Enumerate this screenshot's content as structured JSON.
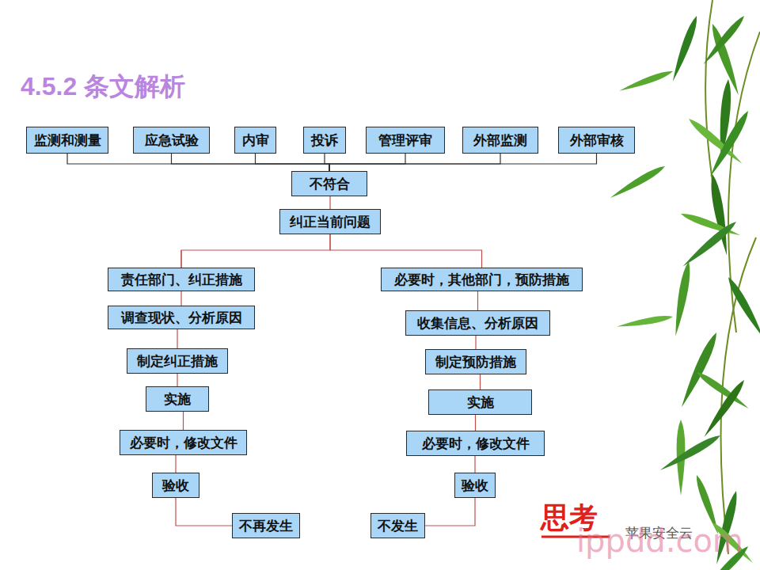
{
  "diagram": {
    "title": "4.5.2 条文解析",
    "nodes": [
      {
        "text": [
          "监测和测量"
        ]
      },
      {
        "text": [
          "应急试验"
        ]
      },
      {
        "text": [
          "内审"
        ]
      },
      {
        "text": [
          "投诉"
        ]
      },
      {
        "text": [
          "管理评审"
        ]
      },
      {
        "text": [
          "外部监测"
        ]
      },
      {
        "text": [
          "外部审核"
        ]
      },
      {
        "text": [
          "不符合"
        ]
      },
      {
        "text": [
          "纠正当前问题"
        ]
      },
      {
        "text": [
          "责任部门、纠正措施"
        ]
      },
      {
        "text": [
          "必要时，其他部门，预防措施"
        ]
      },
      {
        "text": [
          "调查现状、分析原因"
        ]
      },
      {
        "text": [
          "制定纠正措施"
        ]
      },
      {
        "text": [
          "实施"
        ]
      },
      {
        "text": [
          "必要时，修改文件"
        ]
      },
      {
        "text": [
          "验收"
        ]
      },
      {
        "text": [
          "不再发生"
        ]
      },
      {
        "text": [
          "收集信息、分析原因"
        ]
      },
      {
        "text": [
          "制定预防措施"
        ]
      },
      {
        "text": [
          "实施"
        ]
      },
      {
        "text": [
          "必要时，修改文件"
        ]
      },
      {
        "text": [
          "验收"
        ]
      },
      {
        "text": [
          "不发生"
        ]
      }
    ],
    "edges": [
      {
        "from": 0,
        "to": 7,
        "arrow": "none"
      },
      {
        "from": 1,
        "to": 7,
        "arrow": "none"
      },
      {
        "from": 2,
        "to": 7,
        "arrow": "none"
      },
      {
        "from": 3,
        "to": 7,
        "arrow": "none"
      },
      {
        "from": 4,
        "to": 7,
        "arrow": "none"
      },
      {
        "from": 5,
        "to": 7,
        "arrow": "none"
      },
      {
        "from": 6,
        "to": 7,
        "arrow": "none"
      },
      {
        "from": 7,
        "to": 8,
        "arrow": "none"
      },
      {
        "from": 8,
        "to": 9,
        "arrow": "none"
      },
      {
        "from": 8,
        "to": 10,
        "arrow": "none"
      },
      {
        "from": 9,
        "to": 11,
        "arrow": "none"
      },
      {
        "from": 11,
        "to": 12,
        "arrow": "none"
      },
      {
        "from": 12,
        "to": 13,
        "arrow": "none"
      },
      {
        "from": 13,
        "to": 14,
        "arrow": "none"
      },
      {
        "from": 14,
        "to": 15,
        "arrow": "none"
      },
      {
        "from": 15,
        "to": 16,
        "arrow": "none"
      },
      {
        "from": 10,
        "to": 17,
        "arrow": "none"
      },
      {
        "from": 17,
        "to": 18,
        "arrow": "none"
      },
      {
        "from": 18,
        "to": 19,
        "arrow": "none"
      },
      {
        "from": 19,
        "to": 20,
        "arrow": "none"
      },
      {
        "from": 20,
        "to": 21,
        "arrow": "none"
      },
      {
        "from": 21,
        "to": 22,
        "arrow": "none"
      }
    ],
    "labels": [
      "思考",
      "苹果安全云",
      "ippdd.com"
    ]
  }
}
